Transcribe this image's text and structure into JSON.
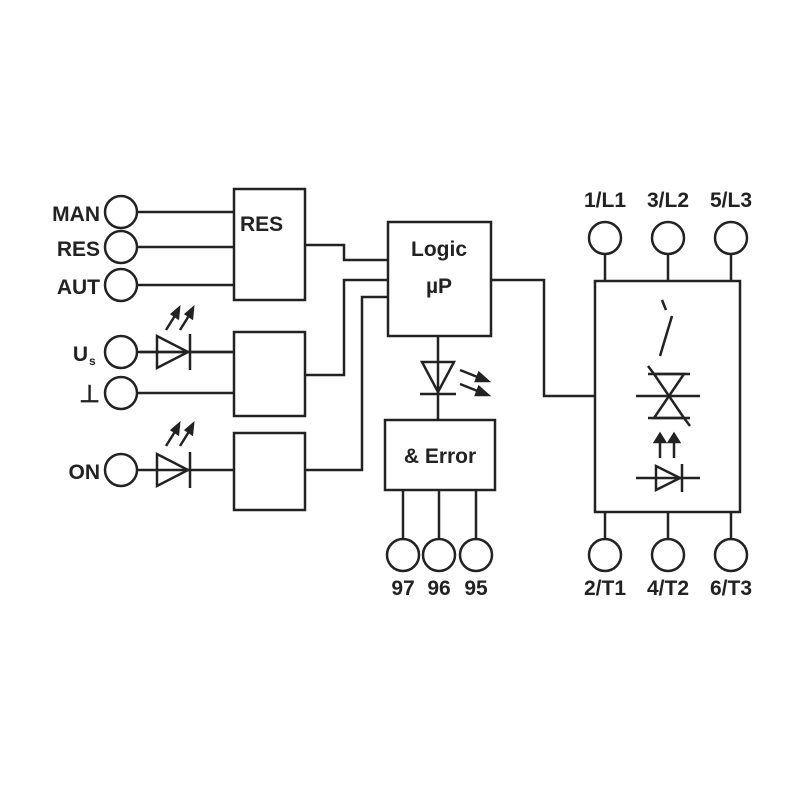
{
  "left_terminals": {
    "man": "MAN",
    "res": "RES",
    "aut": "AUT",
    "us_main": "U",
    "us_sub": "s",
    "ground": "⊥",
    "on": "ON"
  },
  "blocks": {
    "res": "RES",
    "logic_line1": "Logic",
    "logic_line2": "µP",
    "error": "& Error"
  },
  "error_terminals": [
    "97",
    "96",
    "95"
  ],
  "top_terminals": [
    "1/L1",
    "3/L2",
    "5/L3"
  ],
  "bottom_terminals": [
    "2/T1",
    "4/T2",
    "6/T3"
  ],
  "colors": {
    "line": "#222222",
    "background": "#ffffff"
  }
}
